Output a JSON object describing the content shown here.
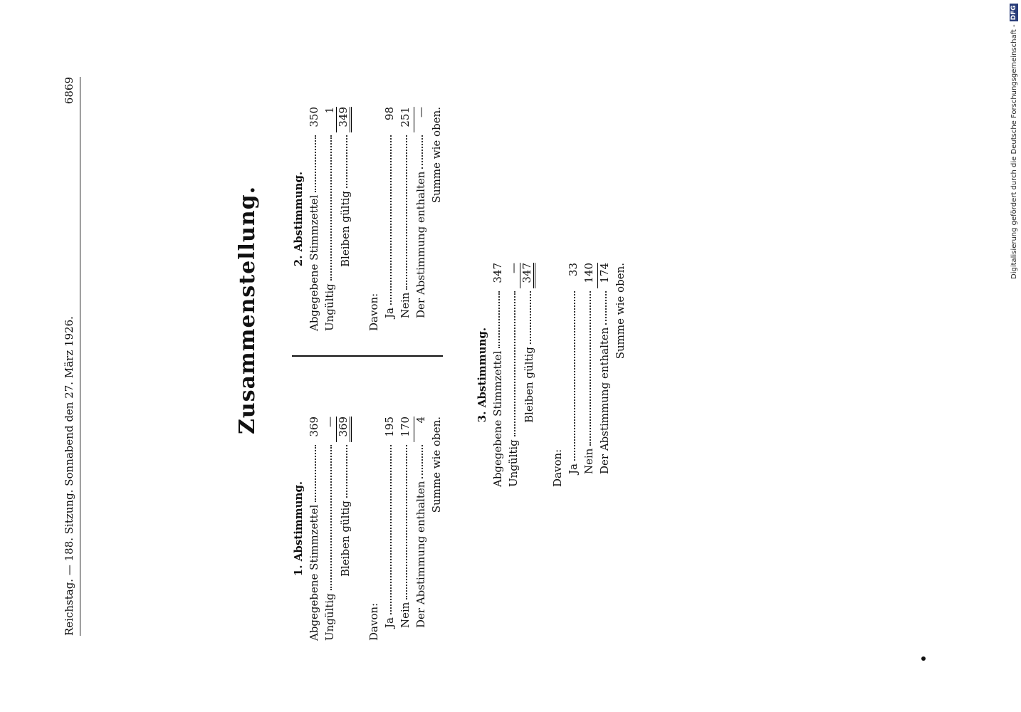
{
  "header": {
    "left": "Reichstag. — 188. Sitzung. Sonnabend den 27. März 1926.",
    "page": "6869"
  },
  "title": "Zusammenstellung.",
  "votes": [
    {
      "heading": "1. Abstimmung.",
      "abgegebene_label": "Abgegebene Stimmzettel",
      "abgegebene": "369",
      "ungueltig_label": "Ungültig",
      "ungueltig": "—",
      "gueltig_label": "Bleiben gültig",
      "gueltig": "369",
      "davon_label": "Davon:",
      "ja_label": "Ja",
      "ja": "195",
      "nein_label": "Nein",
      "nein": "170",
      "enthalten_label": "Der Abstimmung enthalten",
      "enthalten": "4",
      "summe_label": "Summe wie oben."
    },
    {
      "heading": "2. Abstimmung.",
      "abgegebene_label": "Abgegebene Stimmzettel",
      "abgegebene": "350",
      "ungueltig_label": "Ungültig",
      "ungueltig": "1",
      "gueltig_label": "Bleiben gültig",
      "gueltig": "349",
      "davon_label": "Davon:",
      "ja_label": "Ja",
      "ja": "98",
      "nein_label": "Nein",
      "nein": "251",
      "enthalten_label": "Der Abstimmung enthalten",
      "enthalten": "—",
      "summe_label": "Summe wie oben."
    },
    {
      "heading": "3. Abstimmung.",
      "abgegebene_label": "Abgegebene Stimmzettel",
      "abgegebene": "347",
      "ungueltig_label": "Ungültig",
      "ungueltig": "—",
      "gueltig_label": "Bleiben gültig",
      "gueltig": "347",
      "davon_label": "Davon:",
      "ja_label": "Ja",
      "ja": "33",
      "nein_label": "Nein",
      "nein": "140",
      "enthalten_label": "Der Abstimmung enthalten",
      "enthalten": "174",
      "summe_label": "Summe wie oben."
    }
  ],
  "footer_credit": "Digitalisierung gefördert durch die Deutsche Forschungsgemeinschaft -",
  "footer_logo": "DFG"
}
